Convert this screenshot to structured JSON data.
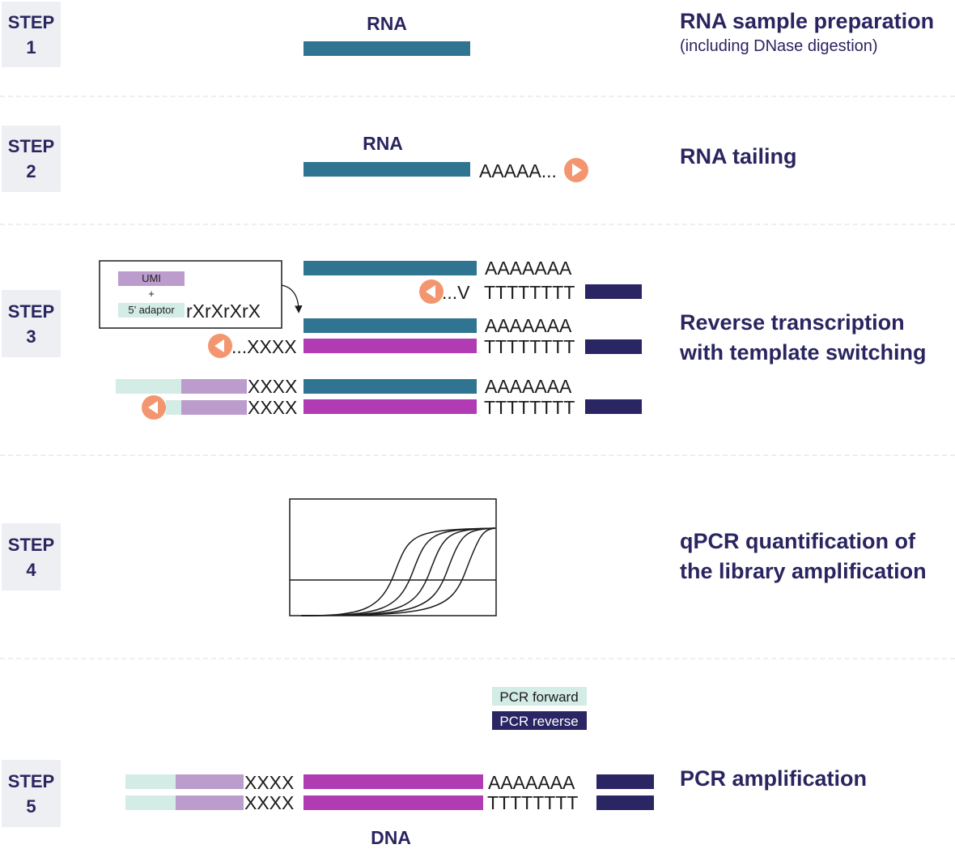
{
  "steps": [
    {
      "line1": "STEP",
      "line2": "1",
      "title": "RNA sample preparation",
      "subtitle": "(including DNase digestion)"
    },
    {
      "line1": "STEP",
      "line2": "2",
      "title": "RNA tailing"
    },
    {
      "line1": "STEP",
      "line2": "3",
      "title_line1": "Reverse transcription",
      "title_line2": "with template switching"
    },
    {
      "line1": "STEP",
      "line2": "4",
      "title_line1": "qPCR quantification of",
      "title_line2": "the library amplification"
    },
    {
      "line1": "STEP",
      "line2": "5",
      "title": "PCR amplification"
    }
  ],
  "labels": {
    "rna1": "RNA",
    "rna2": "RNA",
    "dna": "DNA",
    "polyA_short": "AAAAA...",
    "polyA": "AAAAAAA",
    "polyT": "TTTTTTTT",
    "v_primer": "...V",
    "xxxx": "XXXX",
    "xxxx_dots": "...XXXX",
    "umi": "UMI",
    "plus": "+",
    "adaptor": "5’ adaptor",
    "rx": "rXrXrXrX",
    "pcr_forward": "PCR forward",
    "pcr_reverse": "PCR reverse"
  },
  "colors": {
    "rna": "#2f7591",
    "cdna": "#b03bb3",
    "oligo_dt": "#2a2563",
    "umi": "#bb9ccd",
    "adaptor": "#d3ece5",
    "primer": "#f39670",
    "text_dark": "#2a2560"
  },
  "icons": [
    "primer-arrow-right-icon",
    "primer-arrow-left-icon",
    "curved-arrow-icon"
  ]
}
